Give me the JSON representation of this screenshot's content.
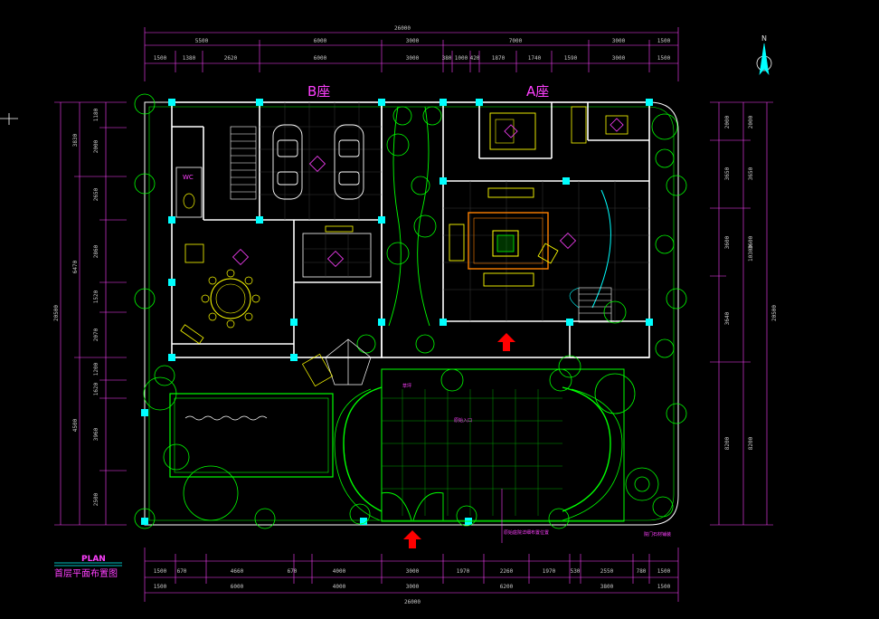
{
  "drawing": {
    "title": "PLAN",
    "subtitle": "首层平面布置图",
    "north_label": "N",
    "zone_b_label": "B座",
    "zone_a_label": "A座",
    "wc_label": "WC",
    "colors": {
      "background": "#000000",
      "wall": "#ffffff",
      "dimension": "#ff40ff",
      "landscape": "#00ff00",
      "column": "#00ffff",
      "furniture": "#ffff00",
      "accent": "#ff8000",
      "arrow": "#ff0000"
    }
  },
  "dimensions": {
    "top_total": "26000",
    "top_row1": [
      "5500",
      "6000",
      "3000",
      "7000",
      "3000",
      "1500"
    ],
    "top_row2": [
      "1500",
      "1380",
      "2620",
      "6000",
      "3000",
      "380",
      "1000",
      "420",
      "1870",
      "1740",
      "1590",
      "3000",
      "1500"
    ],
    "bottom_row1": [
      "1500",
      "670",
      "4660",
      "670",
      "4000",
      "3000",
      "1970",
      "2260",
      "1970",
      "530",
      "2550",
      "780",
      "1500"
    ],
    "bottom_row2": [
      "1500",
      "6000",
      "4000",
      "3000",
      "6200",
      "3800",
      "1500"
    ],
    "bottom_total": "26000",
    "left_outer": [
      "3830",
      "6470",
      "20500"
    ],
    "left_inner": [
      "1180",
      "2000",
      "2650",
      "2860",
      "1520",
      "2070",
      "1200",
      "1620",
      "4500",
      "3960",
      "2500"
    ],
    "right_inner": [
      "2000",
      "3650",
      "3600",
      "3640",
      "8200"
    ],
    "right_mid": [
      "2000",
      "3650",
      "3600",
      "10300",
      "8200"
    ],
    "right_outer": [
      "20500"
    ]
  },
  "annotations": {
    "entrance_note": "原始入口",
    "path_note": "原始庭院详细布置位置",
    "lawn_note": "草坪",
    "gate_note": "院门石材铺装"
  }
}
